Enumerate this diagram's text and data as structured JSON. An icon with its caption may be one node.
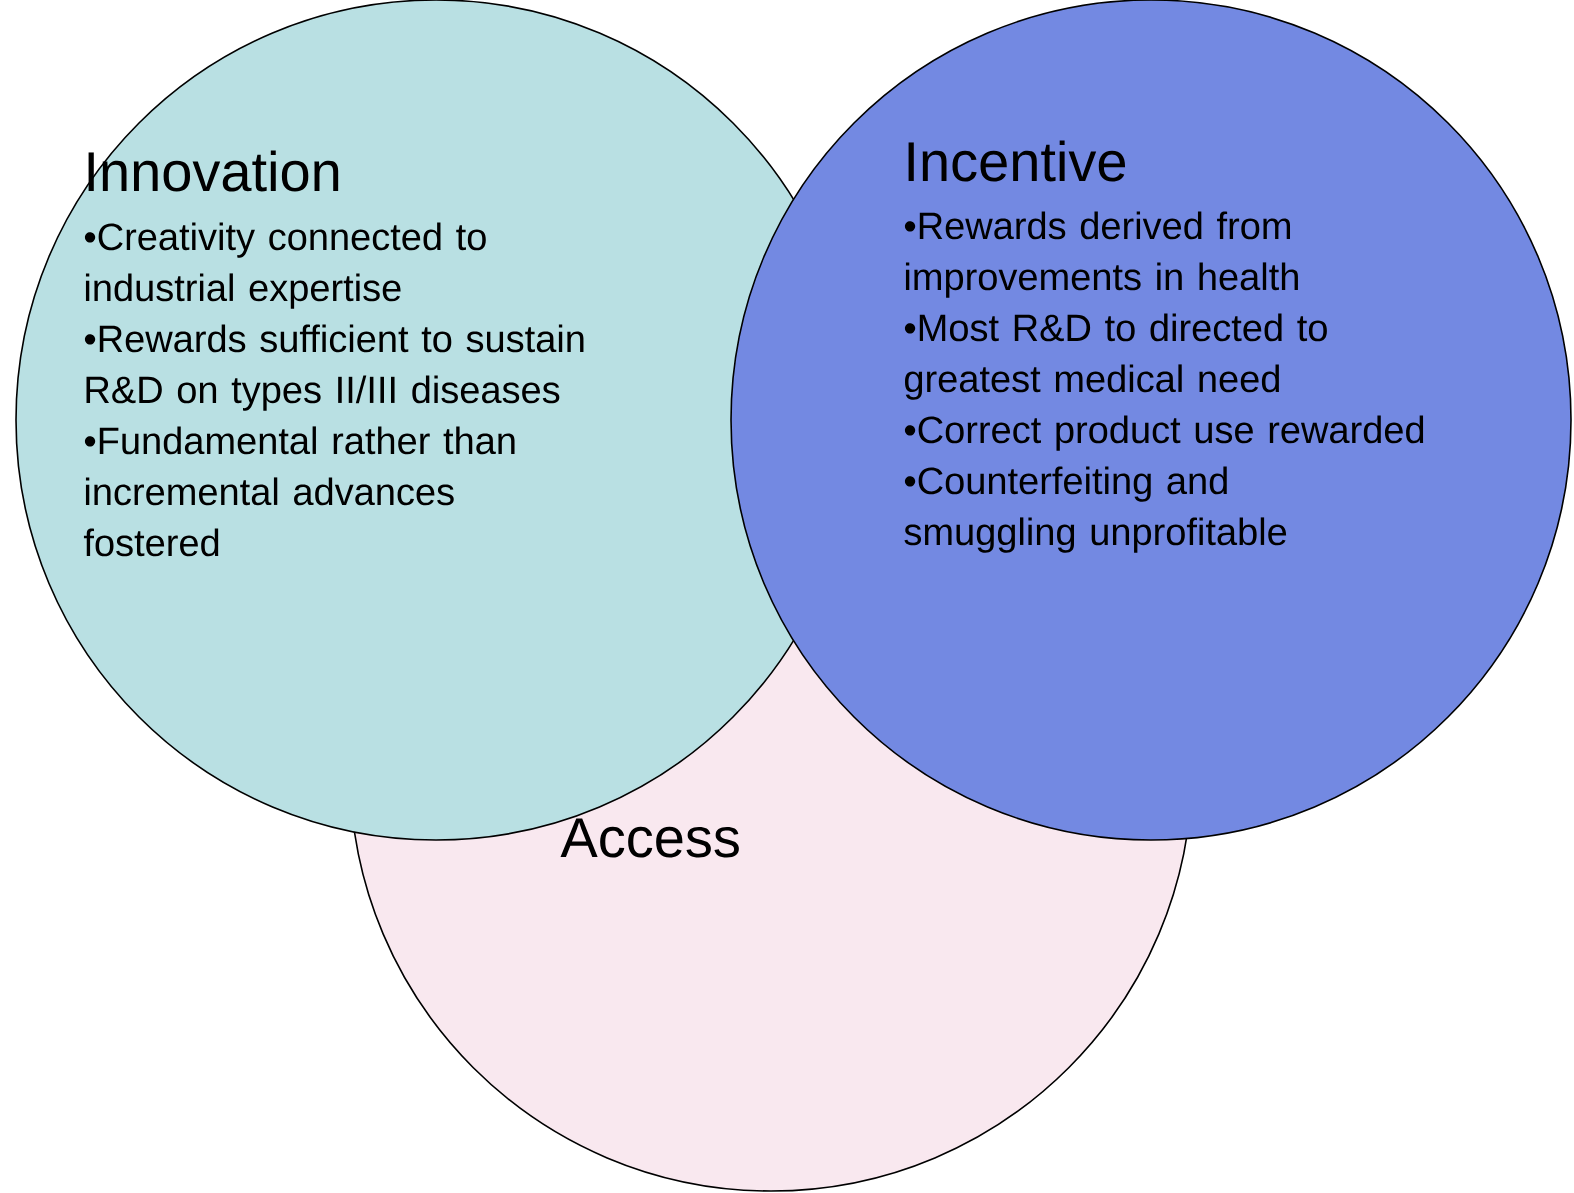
{
  "diagram": {
    "nodes": [
      {
        "text": [
          "Innovation",
          "•Creativity connected to industrial expertise",
          "•Rewards sufficient to sustain R&D on types II/III diseases",
          "•Fundamental rather than incremental advances fostered"
        ]
      },
      {
        "text": [
          "Incentive",
          "•Rewards derived from improvements in health",
          "•Most R&D to directed to greatest medical need",
          "•Correct product use rewarded",
          "•Counterfeiting and smuggling unprofitable"
        ]
      },
      {
        "text": [
          "Access"
        ]
      }
    ]
  }
}
